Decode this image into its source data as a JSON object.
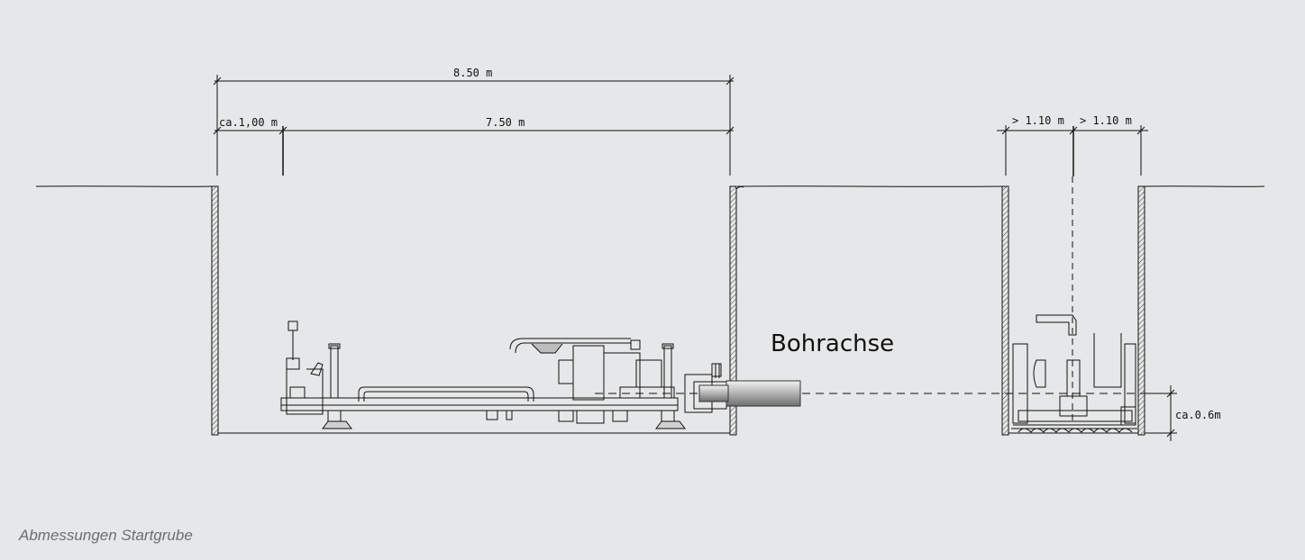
{
  "diagram": {
    "dimensions": {
      "overall_length": "8.50 m",
      "front_offset": "ca.1,00 m",
      "machine_length": "7.50 m",
      "target_left": "> 1.10 m",
      "target_right": "> 1.10 m",
      "axis_height": "ca.0.6m"
    },
    "axis_label": "Bohrachse",
    "colors": {
      "background": "#e6e7e8",
      "line": "#111111",
      "caption": "#6d6e71"
    }
  },
  "caption": "Abmessungen Startgrube"
}
